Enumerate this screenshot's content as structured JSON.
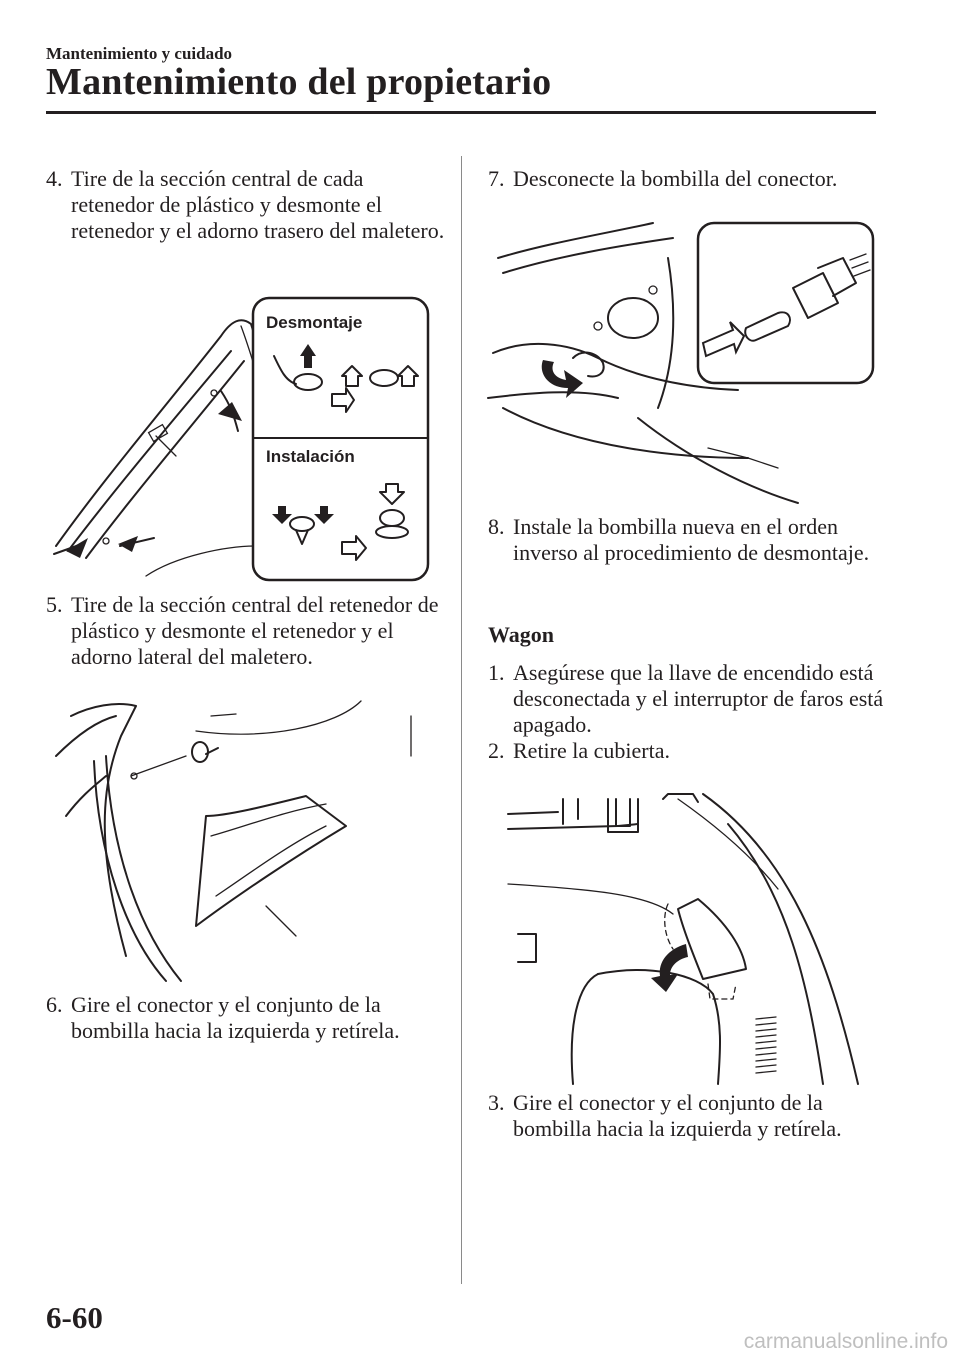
{
  "header": {
    "section": "Mantenimiento y cuidado",
    "title": "Mantenimiento del propietario"
  },
  "left_column": {
    "step4": {
      "num": "4.",
      "text": "Tire de la sección central de cada retenedor de plástico y desmonte el retenedor y el adorno trasero del maletero."
    },
    "figure1": {
      "label_removal": "Desmontaje",
      "label_install": "Instalación"
    },
    "step5": {
      "num": "5.",
      "text": "Tire de la sección central del retenedor de plástico y desmonte el retenedor y el adorno lateral del maletero."
    },
    "step6": {
      "num": "6.",
      "text": "Gire el conector y el conjunto de la bombilla hacia la izquierda y retírela."
    }
  },
  "right_column": {
    "step7": {
      "num": "7.",
      "text": "Desconecte la bombilla del conector."
    },
    "step8": {
      "num": "8.",
      "text": "Instale la bombilla nueva en el orden inverso al procedimiento de desmontaje."
    },
    "subheading": "Wagon",
    "wagon_step1": {
      "num": "1.",
      "text": "Asegúrese que la llave de encendido está desconectada y el interruptor de faros está apagado."
    },
    "wagon_step2": {
      "num": "2.",
      "text": "Retire la cubierta."
    },
    "wagon_step3": {
      "num": "3.",
      "text": "Gire el conector y el conjunto de la bombilla hacia la izquierda y retírela."
    }
  },
  "footer": {
    "page_number": "6-60",
    "watermark": "carmanualsonline.info"
  }
}
